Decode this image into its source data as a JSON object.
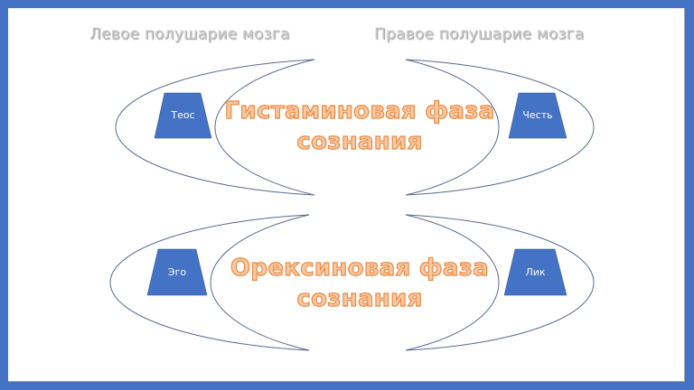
{
  "slide": {
    "border_color": "#4472c4",
    "background": "#ffffff"
  },
  "labels": {
    "left_hemisphere": "Левое полушарие мозга",
    "right_hemisphere": "Правое полушарие мозга"
  },
  "phases": [
    {
      "line1": "Гистаминовая фаза",
      "line2": "сознания"
    },
    {
      "line1": "Орексиновая фаза",
      "line2": "сознания"
    }
  ],
  "trapezoids": {
    "top_left": "Теос",
    "top_right": "Честь",
    "bottom_left": "Эго",
    "bottom_right": "Лик"
  },
  "colors": {
    "trapezoid_fill": "#4472c4",
    "crescent_stroke": "#5a6a8a",
    "phase_text_fill": "#f6c9a5",
    "phase_text_outline": "#ed8a3f",
    "hemisphere_label": "#c9c9c9"
  }
}
